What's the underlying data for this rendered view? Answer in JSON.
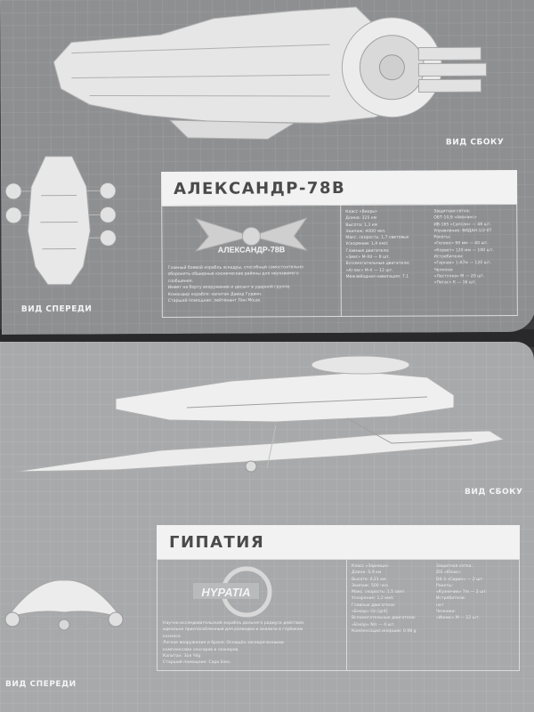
{
  "top_spread": {
    "side_label": "ВИД СБОКУ",
    "front_label": "ВИД СПЕРЕДИ",
    "ship_name": "АЛЕКСАНДР-78В",
    "emblem_text": "АЛЕКСАНДР-78В",
    "description": [
      "Главный боевой корабль эскадры, способный самостоятельно",
      "оборонять обширные космические районы для неуязвимого",
      "сообщения.",
      "Имеет на борту вооружение и десант в ударной группе.",
      "Командир корабля: капитан Давид Гудвин.",
      "Старший помощник: лейтенант Лин Моше."
    ],
    "specs_left": [
      "Класс «Вихрь»",
      "Длина: 325 км",
      "Высота: 1,3 км",
      "Экипаж: 4000 чел.",
      "Макс. скорость: 1,7 световых",
      "Ускорение: 1,4 км/с",
      "Главные двигатели:",
      "«Зевс» М-XII — 8 шт.",
      "Вспомогательные двигатели:",
      "«Атлас» М-X — 12 шт.",
      "Межзвёздная навигация: 7.1"
    ],
    "specs_right": [
      "Защитная сетка:",
      "ОБТ-10,9 «Аваланс»",
      "ИВ-165 «Сапсан» — 48 шт.",
      "Управление: ВИДАН-1/2-0Т",
      "Ракеты:",
      "«Гелиос» 90 мм — 40 шт.",
      "«Корвет» 120 мм — 100 шт.",
      "Истребители:",
      "«Гарнак» 1-А7м — 120 шт.",
      "Челноки:",
      "«Ласточка» М — 20 шт.",
      "«Пегас» К — 16 шт."
    ]
  },
  "bottom_spread": {
    "side_label": "ВИД СБОКУ",
    "front_label": "ВИД СПЕРЕДИ",
    "ship_name": "ГИПАТИЯ",
    "emblem_text": "HYPATIA",
    "description": [
      "Научно-исследовательский корабль дальнего радиуса действия,",
      "идеально приспособленный для разведки и анализа в глубоком",
      "космосе.",
      "Легкое вооружение и броня. Оснащён засекреченными",
      "комплексами сенсоров и сканеров.",
      "Капитан: Зоя Чёр.",
      "Старший помощник: Сара Бэкс."
    ],
    "specs_left": [
      "Класс «Зарница»",
      "Длина: 0,9 км",
      "Высота: 0,21 км",
      "Экипаж: 500 чел.",
      "Макс. скорость: 1,5 свет.",
      "Ускорение: 1,2 км/с",
      "Главные двигатели:",
      "«Бэкар» Gn [gr4]",
      "Вспомогательные двигатели:",
      "«Бэкар» N/s — 4 шт.",
      "Компенсация инерции: 0.98 g"
    ],
    "specs_right": [
      "Защитная сетка:",
      "ZIS «Юнис»",
      "D4-3 «Сирин» — 2 шт.",
      "Ракеты:",
      "«Кузнечик» 7m — 2 шт.",
      "Истребители:",
      "нет",
      "Челноки:",
      "«Ионис» М — 12 шт."
    ]
  }
}
